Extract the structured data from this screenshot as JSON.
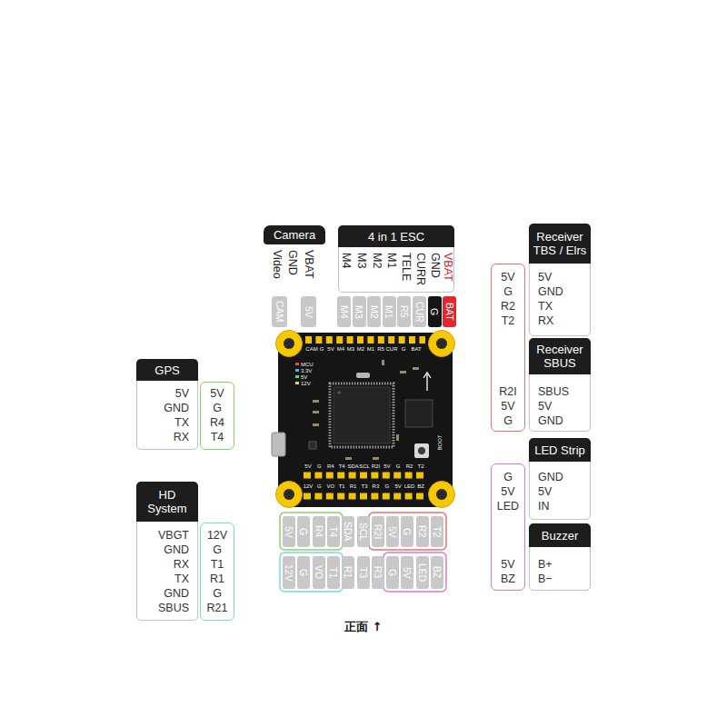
{
  "diagram": {
    "caption": "正面 ↑",
    "nodes": [
      {
        "text": [
          "Camera",
          "VBAT",
          "GND",
          "Video"
        ]
      },
      {
        "text": [
          "4 in 1 ESC",
          "VBAT",
          "GND",
          "CURR",
          "TELE",
          "M1",
          "M2",
          "M3",
          "M4"
        ]
      },
      {
        "text": [
          "Receiver TBS / Elrs",
          "5V",
          "GND",
          "TX",
          "RX"
        ]
      },
      {
        "text": [
          "Receiver SBUS",
          "SBUS",
          "5V",
          "GND"
        ]
      },
      {
        "text": [
          "5V",
          "G",
          "R2",
          "T2",
          "R2I",
          "5V",
          "G"
        ]
      },
      {
        "text": [
          "GPS",
          "5V",
          "GND",
          "TX",
          "RX"
        ]
      },
      {
        "text": [
          "5V",
          "G",
          "R4",
          "T4"
        ]
      },
      {
        "text": [
          "HD System",
          "VBGT",
          "GND",
          "RX",
          "TX",
          "GND",
          "SBUS"
        ]
      },
      {
        "text": [
          "12V",
          "G",
          "T1",
          "R1",
          "G",
          "R21"
        ]
      },
      {
        "text": [
          "LED Strip",
          "GND",
          "5V",
          "IN"
        ]
      },
      {
        "text": [
          "Buzzer",
          "B+",
          "B−"
        ]
      },
      {
        "text": [
          "G",
          "5V",
          "LED",
          "5V",
          "BZ"
        ]
      },
      {
        "text": [
          "CAM"
        ]
      },
      {
        "text": [
          "5V"
        ]
      },
      {
        "text": [
          "M4"
        ]
      },
      {
        "text": [
          "M3"
        ]
      },
      {
        "text": [
          "M2"
        ]
      },
      {
        "text": [
          "M1"
        ]
      },
      {
        "text": [
          "R5"
        ]
      },
      {
        "text": [
          "CUR"
        ]
      },
      {
        "text": [
          "G"
        ]
      },
      {
        "text": [
          "BAT"
        ]
      },
      {
        "text": [
          "5V"
        ]
      },
      {
        "text": [
          "G"
        ]
      },
      {
        "text": [
          "R4"
        ]
      },
      {
        "text": [
          "T4"
        ]
      },
      {
        "text": [
          "SDA"
        ]
      },
      {
        "text": [
          "SCL"
        ]
      },
      {
        "text": [
          "R2I"
        ]
      },
      {
        "text": [
          "5V"
        ]
      },
      {
        "text": [
          "G"
        ]
      },
      {
        "text": [
          "R2"
        ]
      },
      {
        "text": [
          "T2"
        ]
      },
      {
        "text": [
          "12V"
        ]
      },
      {
        "text": [
          "G"
        ]
      },
      {
        "text": [
          "VO"
        ]
      },
      {
        "text": [
          "T1"
        ]
      },
      {
        "text": [
          "R1"
        ]
      },
      {
        "text": [
          "T3"
        ]
      },
      {
        "text": [
          "R3"
        ]
      },
      {
        "text": [
          "G"
        ]
      },
      {
        "text": [
          "5V"
        ]
      },
      {
        "text": [
          "LED"
        ]
      },
      {
        "text": [
          "BZ"
        ]
      }
    ],
    "labels": [
      "CAM",
      "G",
      "5V",
      "M4",
      "M3",
      "M2",
      "M1",
      "R5",
      "CUR",
      "G",
      "BAT",
      "MCU",
      "3.3V",
      "5V",
      "12V",
      "BOOT",
      "5V",
      "G",
      "R4",
      "T4",
      "SDA",
      "SCL",
      "R2I",
      "5V",
      "G",
      "R2",
      "T2",
      "12V",
      "G",
      "VO",
      "T1",
      "R1",
      "T3",
      "R3",
      "G",
      "5V",
      "LED",
      "BZ"
    ]
  }
}
